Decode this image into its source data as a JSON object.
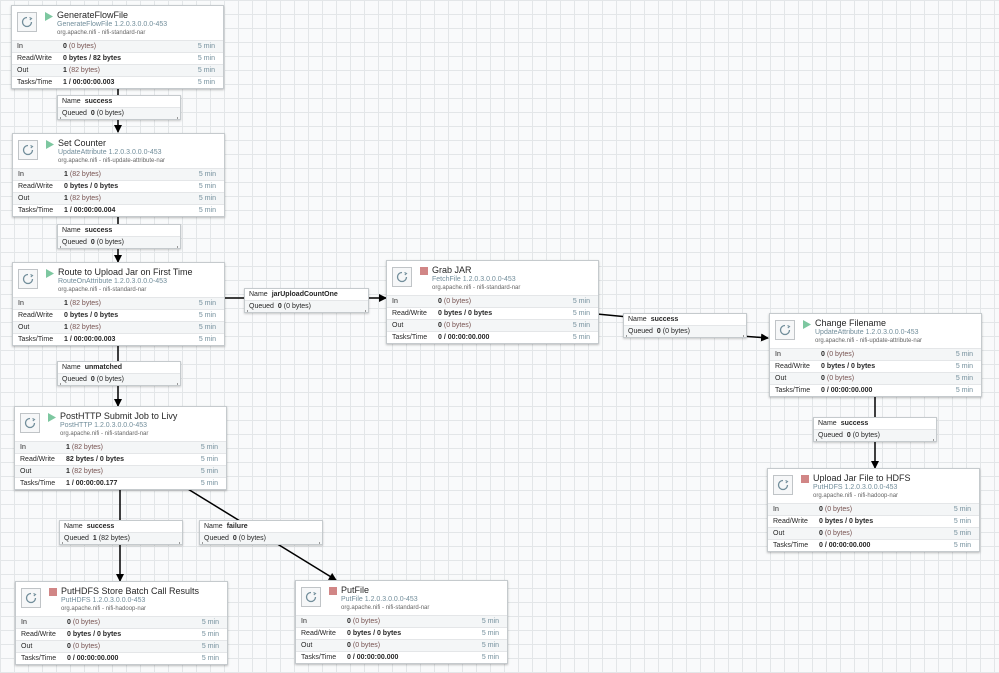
{
  "processors": [
    {
      "id": "gen",
      "name": "GenerateFlowFile",
      "type": "GenerateFlowFile 1.2.0.3.0.0.0-453",
      "bundle": "org.apache.nifi - nifi-standard-nar",
      "state": "running",
      "stats": [
        {
          "label": "In",
          "value": "0",
          "detail": "(0 bytes)",
          "time": "5 min"
        },
        {
          "label": "Read/Write",
          "value": "0 bytes / 82 bytes",
          "detail": "",
          "time": "5 min"
        },
        {
          "label": "Out",
          "value": "1",
          "detail": "(82 bytes)",
          "time": "5 min"
        },
        {
          "label": "Tasks/Time",
          "value": "1 / 00:00:00.003",
          "detail": "",
          "time": "5 min"
        }
      ]
    },
    {
      "id": "setc",
      "name": "Set Counter",
      "type": "UpdateAttribute 1.2.0.3.0.0.0-453",
      "bundle": "org.apache.nifi - nifi-update-attribute-nar",
      "state": "running",
      "stats": [
        {
          "label": "In",
          "value": "1",
          "detail": "(82 bytes)",
          "time": "5 min"
        },
        {
          "label": "Read/Write",
          "value": "0 bytes / 0 bytes",
          "detail": "",
          "time": "5 min"
        },
        {
          "label": "Out",
          "value": "1",
          "detail": "(82 bytes)",
          "time": "5 min"
        },
        {
          "label": "Tasks/Time",
          "value": "1 / 00:00:00.004",
          "detail": "",
          "time": "5 min"
        }
      ]
    },
    {
      "id": "route",
      "name": "Route to Upload Jar on First Time",
      "type": "RouteOnAttribute 1.2.0.3.0.0.0-453",
      "bundle": "org.apache.nifi - nifi-standard-nar",
      "state": "running",
      "stats": [
        {
          "label": "In",
          "value": "1",
          "detail": "(82 bytes)",
          "time": "5 min"
        },
        {
          "label": "Read/Write",
          "value": "0 bytes / 0 bytes",
          "detail": "",
          "time": "5 min"
        },
        {
          "label": "Out",
          "value": "1",
          "detail": "(82 bytes)",
          "time": "5 min"
        },
        {
          "label": "Tasks/Time",
          "value": "1 / 00:00:00.003",
          "detail": "",
          "time": "5 min"
        }
      ]
    },
    {
      "id": "post",
      "name": "PostHTTP Submit Job to Livy",
      "type": "PostHTTP 1.2.0.3.0.0.0-453",
      "bundle": "org.apache.nifi - nifi-standard-nar",
      "state": "running",
      "stats": [
        {
          "label": "In",
          "value": "1",
          "detail": "(82 bytes)",
          "time": "5 min"
        },
        {
          "label": "Read/Write",
          "value": "82 bytes / 0 bytes",
          "detail": "",
          "time": "5 min"
        },
        {
          "label": "Out",
          "value": "1",
          "detail": "(82 bytes)",
          "time": "5 min"
        },
        {
          "label": "Tasks/Time",
          "value": "1 / 00:00:00.177",
          "detail": "",
          "time": "5 min"
        }
      ]
    },
    {
      "id": "puthb",
      "name": "PutHDFS Store Batch Call Results",
      "type": "PutHDFS 1.2.0.3.0.0.0-453",
      "bundle": "org.apache.nifi - nifi-hadoop-nar",
      "state": "stopped",
      "stats": [
        {
          "label": "In",
          "value": "0",
          "detail": "(0 bytes)",
          "time": "5 min"
        },
        {
          "label": "Read/Write",
          "value": "0 bytes / 0 bytes",
          "detail": "",
          "time": "5 min"
        },
        {
          "label": "Out",
          "value": "0",
          "detail": "(0 bytes)",
          "time": "5 min"
        },
        {
          "label": "Tasks/Time",
          "value": "0 / 00:00:00.000",
          "detail": "",
          "time": "5 min"
        }
      ]
    },
    {
      "id": "putf",
      "name": "PutFile",
      "type": "PutFile 1.2.0.3.0.0.0-453",
      "bundle": "org.apache.nifi - nifi-standard-nar",
      "state": "stopped",
      "stats": [
        {
          "label": "In",
          "value": "0",
          "detail": "(0 bytes)",
          "time": "5 min"
        },
        {
          "label": "Read/Write",
          "value": "0 bytes / 0 bytes",
          "detail": "",
          "time": "5 min"
        },
        {
          "label": "Out",
          "value": "0",
          "detail": "(0 bytes)",
          "time": "5 min"
        },
        {
          "label": "Tasks/Time",
          "value": "0 / 00:00:00.000",
          "detail": "",
          "time": "5 min"
        }
      ]
    },
    {
      "id": "grab",
      "name": "Grab JAR",
      "type": "FetchFile 1.2.0.3.0.0.0-453",
      "bundle": "org.apache.nifi - nifi-standard-nar",
      "state": "stopped",
      "stats": [
        {
          "label": "In",
          "value": "0",
          "detail": "(0 bytes)",
          "time": "5 min"
        },
        {
          "label": "Read/Write",
          "value": "0 bytes / 0 bytes",
          "detail": "",
          "time": "5 min"
        },
        {
          "label": "Out",
          "value": "0",
          "detail": "(0 bytes)",
          "time": "5 min"
        },
        {
          "label": "Tasks/Time",
          "value": "0 / 00:00:00.000",
          "detail": "",
          "time": "5 min"
        }
      ]
    },
    {
      "id": "chg",
      "name": "Change Filename",
      "type": "UpdateAttribute 1.2.0.3.0.0.0-453",
      "bundle": "org.apache.nifi - nifi-update-attribute-nar",
      "state": "running",
      "stats": [
        {
          "label": "In",
          "value": "0",
          "detail": "(0 bytes)",
          "time": "5 min"
        },
        {
          "label": "Read/Write",
          "value": "0 bytes / 0 bytes",
          "detail": "",
          "time": "5 min"
        },
        {
          "label": "Out",
          "value": "0",
          "detail": "(0 bytes)",
          "time": "5 min"
        },
        {
          "label": "Tasks/Time",
          "value": "0 / 00:00:00.000",
          "detail": "",
          "time": "5 min"
        }
      ]
    },
    {
      "id": "upl",
      "name": "Upload Jar File to HDFS",
      "type": "PutHDFS 1.2.0.3.0.0.0-453",
      "bundle": "org.apache.nifi - nifi-hadoop-nar",
      "state": "stopped",
      "stats": [
        {
          "label": "In",
          "value": "0",
          "detail": "(0 bytes)",
          "time": "5 min"
        },
        {
          "label": "Read/Write",
          "value": "0 bytes / 0 bytes",
          "detail": "",
          "time": "5 min"
        },
        {
          "label": "Out",
          "value": "0",
          "detail": "(0 bytes)",
          "time": "5 min"
        },
        {
          "label": "Tasks/Time",
          "value": "0 / 00:00:00.000",
          "detail": "",
          "time": "5 min"
        }
      ]
    }
  ],
  "connections": [
    {
      "id": "c1",
      "name_label": "Name",
      "name": "success",
      "queued_label": "Queued",
      "queued": "0",
      "queued_detail": "(0 bytes)"
    },
    {
      "id": "c2",
      "name_label": "Name",
      "name": "success",
      "queued_label": "Queued",
      "queued": "0",
      "queued_detail": "(0 bytes)"
    },
    {
      "id": "c3",
      "name_label": "Name",
      "name": "jarUploadCountOne",
      "queued_label": "Queued",
      "queued": "0",
      "queued_detail": "(0 bytes)"
    },
    {
      "id": "c4",
      "name_label": "Name",
      "name": "unmatched",
      "queued_label": "Queued",
      "queued": "0",
      "queued_detail": "(0 bytes)"
    },
    {
      "id": "c5",
      "name_label": "Name",
      "name": "success",
      "queued_label": "Queued",
      "queued": "0",
      "queued_detail": "(0 bytes)"
    },
    {
      "id": "c6",
      "name_label": "Name",
      "name": "success",
      "queued_label": "Queued",
      "queued": "0",
      "queued_detail": "(0 bytes)"
    },
    {
      "id": "c7",
      "name_label": "Name",
      "name": "success",
      "queued_label": "Queued",
      "queued": "1",
      "queued_detail": "(82 bytes)"
    },
    {
      "id": "c8",
      "name_label": "Name",
      "name": "failure",
      "queued_label": "Queued",
      "queued": "0",
      "queued_detail": "(0 bytes)"
    }
  ],
  "colors": {
    "running": "#7dc7a0",
    "stopped": "#d18686",
    "canvas": "#f9fafb",
    "grid": "#e3e6e8",
    "edge": "#000000"
  }
}
